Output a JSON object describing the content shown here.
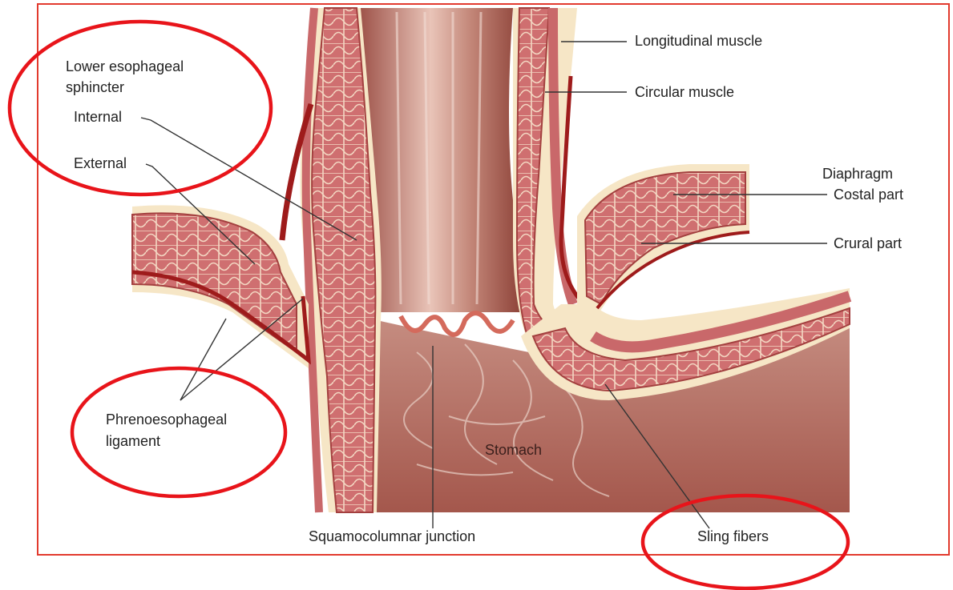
{
  "labels": {
    "lower_esophageal_sphincter": [
      "Lower esophageal",
      "sphincter"
    ],
    "internal": "Internal",
    "external": "External",
    "phrenoesophageal_ligament": [
      "Phrenoesophageal",
      "ligament"
    ],
    "longitudinal_muscle": "Longitudinal muscle",
    "circular_muscle": "Circular muscle",
    "diaphragm": "Diaphragm",
    "costal_part": "Costal part",
    "crural_part": "Crural part",
    "stomach": "Stomach",
    "squamocolumnar_junction": "Squamocolumnar junction",
    "sling_fibers": "Sling fibers"
  },
  "colors": {
    "frame": "#e23a2e",
    "highlight_ellipse": "#e8141a",
    "muscle": "#c9686a",
    "muscle_dark": "#a3403f",
    "ligament": "#9e1b1b",
    "fat": "#f6e6c6",
    "lumen": "#b76a5f",
    "stomach": "#b5685c"
  },
  "highlighted_labels": [
    "Lower esophageal sphincter",
    "Phrenoesophageal ligament",
    "Sling fibers"
  ]
}
